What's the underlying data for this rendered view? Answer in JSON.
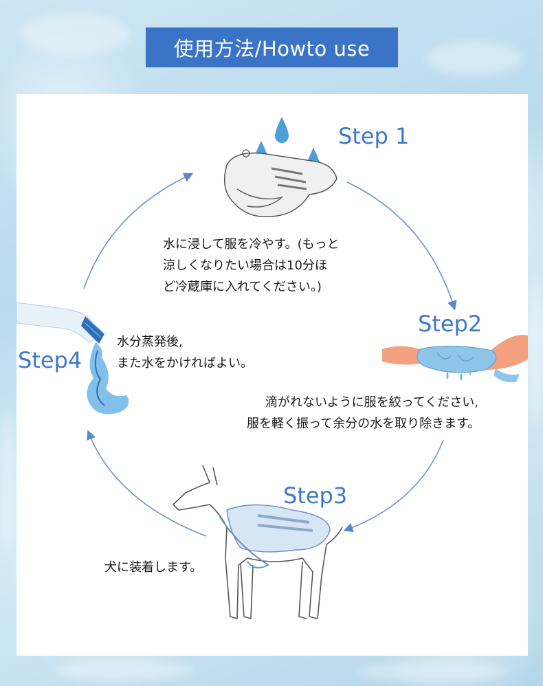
{
  "header": {
    "title": "使用方法/Howto use"
  },
  "steps": [
    {
      "label": "Step 1",
      "lines": [
        "水に浸して服を冷やす。(もっと",
        "涼しくなりたい場合は10分ほ",
        "ど冷蔵庫に入れてください。)"
      ]
    },
    {
      "label": "Step2",
      "lines": [
        "滴がれないように服を絞ってください,",
        "服を軽く振って余分の水を取り除きます。"
      ]
    },
    {
      "label": "Step3",
      "lines": [
        "犬に装着します。"
      ]
    },
    {
      "label": "Step4",
      "lines": [
        "水分蒸発後,",
        "また水をかければよい。"
      ]
    }
  ],
  "colors": {
    "accent": "#3b73c6",
    "step_text": "#3d78c9",
    "arrow": "#5b87cf"
  },
  "icons": [
    "water-drop-icon",
    "vest-illustration",
    "wringing-hands-illustration",
    "dog-illustration",
    "water-bottle-illustration"
  ]
}
